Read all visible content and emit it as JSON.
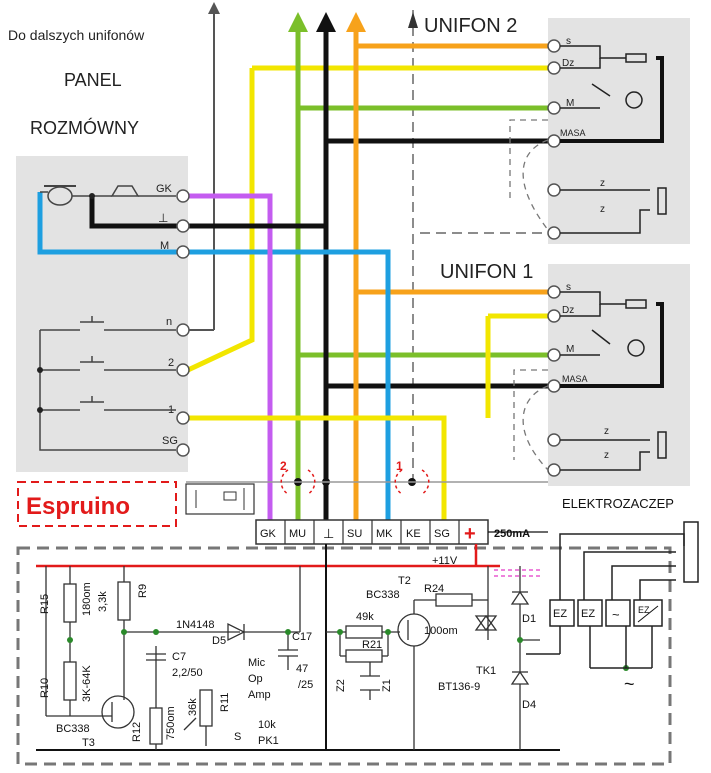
{
  "header": {
    "top_note": "Do dalszych unifonów",
    "panel_title_1": "PANEL",
    "panel_title_2": "ROZMÓWNY"
  },
  "panel": {
    "labels": [
      "GK",
      "⊥",
      "M",
      "n",
      "2",
      "1",
      "SG"
    ]
  },
  "unifon2": {
    "title": "UNIFON 2",
    "labels": [
      "s",
      "Dz",
      "M",
      "MASA",
      "z",
      "z"
    ]
  },
  "unifon1": {
    "title": "UNIFON 1",
    "labels": [
      "s",
      "Dz",
      "M",
      "MASA",
      "z",
      "z"
    ]
  },
  "espruino": {
    "label": "Espruino"
  },
  "terminal": {
    "labels": [
      "GK",
      "MU",
      "⊥",
      "SU",
      "MK",
      "KE",
      "SG",
      "+"
    ],
    "fuse": "250mA",
    "supply": "+11V"
  },
  "switch_markers": [
    "2",
    "1"
  ],
  "elektrozaczep": {
    "title": "ELEKTROZACZEP",
    "boxes": [
      "EZ",
      "EZ",
      "~",
      "EZ"
    ],
    "ac": "~"
  },
  "circuit": {
    "labels": [
      "R15",
      "180om",
      "R9",
      "3,3k",
      "R10",
      "3K-64K",
      "BC338",
      "T3",
      "R12",
      "750om",
      "C7",
      "2,2/50",
      "1N4148",
      "D5",
      "Mic",
      "Op",
      "Amp",
      "R11",
      "36k",
      "S",
      "10k",
      "PK1",
      "C17",
      "47",
      "/25",
      "49k",
      "R21",
      "Z2",
      "Z1",
      "T2",
      "BC338",
      "R24",
      "100om",
      "D1",
      "TK1",
      "BT136-9",
      "D4"
    ]
  },
  "colors": {
    "yellow": "#f2e600",
    "green": "#7bbf2a",
    "black": "#111111",
    "orange": "#f7a21b",
    "blue": "#1e9fe0",
    "violet": "#c45cf0",
    "red": "#e21a1a",
    "gray_panel": "#e3e3e3"
  }
}
